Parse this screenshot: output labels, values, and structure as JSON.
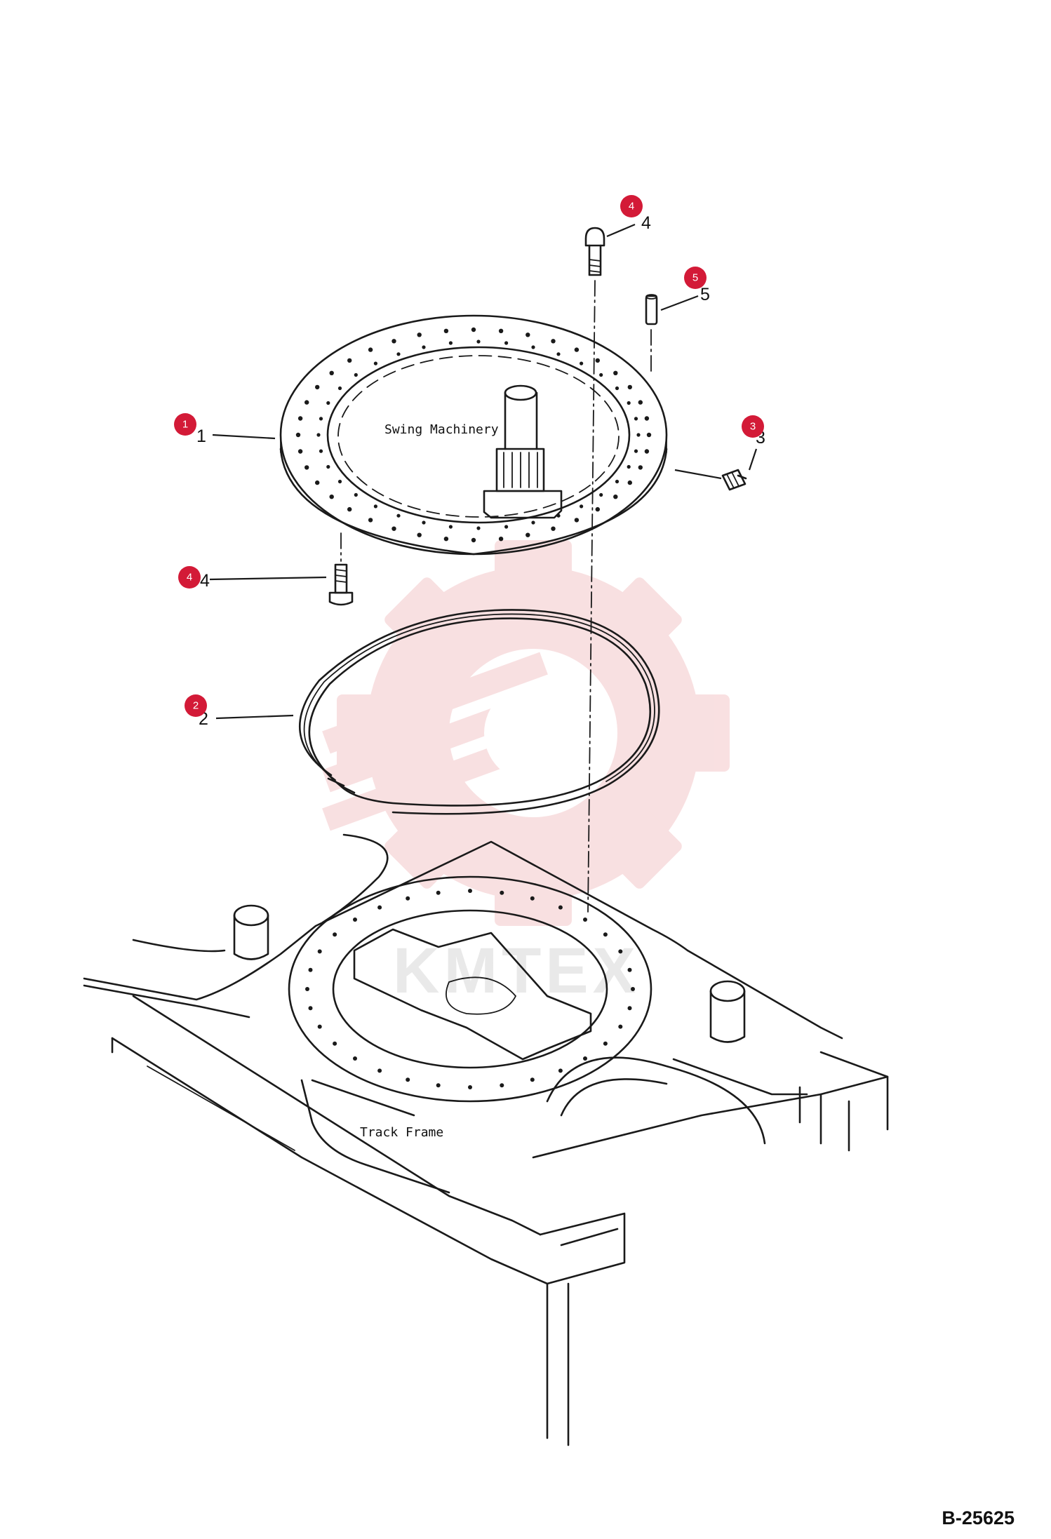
{
  "figure_code": "B-25625",
  "labels": {
    "swing_machinery": "Swing Machinery",
    "track_frame": "Track Frame"
  },
  "watermark": "KMTEX",
  "callouts": [
    {
      "number": "1",
      "badge": "1",
      "part": "swing-circle"
    },
    {
      "number": "2",
      "badge": "2",
      "part": "seal-ring"
    },
    {
      "number": "3",
      "badge": "3",
      "part": "grease-fitting"
    },
    {
      "number": "4",
      "badge": "4",
      "part": "bolt-upper"
    },
    {
      "number": "4",
      "badge": "4",
      "part": "bolt-lower"
    },
    {
      "number": "5",
      "badge": "5",
      "part": "dowel-pin"
    }
  ],
  "colors": {
    "badge": "#d31a37",
    "line_art": "#1a1a1a",
    "watermark": "#f2c2c4"
  }
}
